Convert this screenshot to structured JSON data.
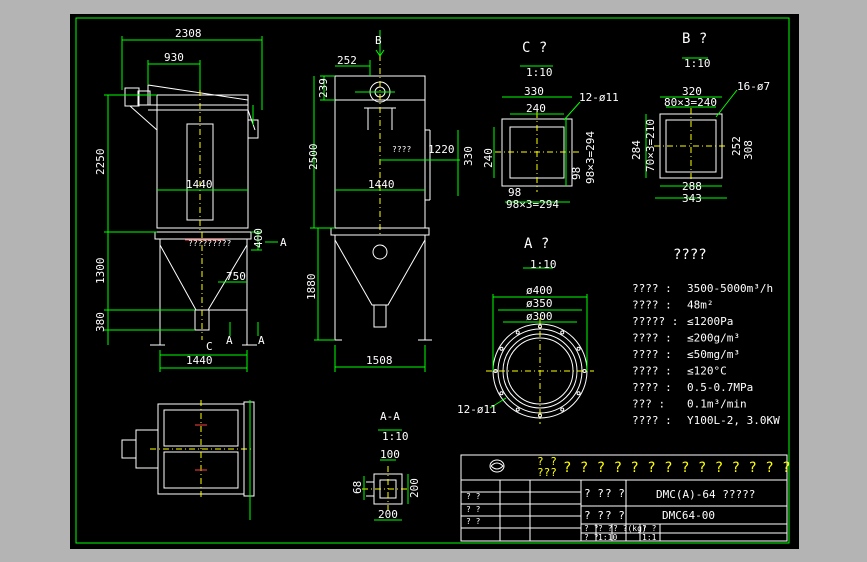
{
  "dims": {
    "w2308": "2308",
    "w930": "930",
    "h2250": "2250",
    "w1440a": "1440",
    "h1300": "1300",
    "h380": "380",
    "w1440b": "1440",
    "w750": "750",
    "h400": "400",
    "lblA1": "A",
    "lblA2": "A",
    "lblA3": "A",
    "lblC": "C",
    "q1": "?????????",
    "w252": "252",
    "lblB": "B",
    "h239": "239",
    "h2500": "2500",
    "q2": "????",
    "w1220": "1220",
    "h330": "330",
    "w1440c": "1440",
    "h1880": "1880",
    "w1508": "1508"
  },
  "viewC": {
    "title": "C ?",
    "scale": "1:10",
    "w330": "330",
    "w240": "240",
    "holes": "12-ø11",
    "h240": "240",
    "h98": "98",
    "v98x3": "98×3=294",
    "w98": "98",
    "b98x3": "98×3=294"
  },
  "viewB": {
    "title": "B ?",
    "scale": "1:10",
    "w320": "320",
    "holes": "16-ø7",
    "w80x3": "80×3=240",
    "h284": "284",
    "h70x3": "70×3=210",
    "h252": "252",
    "h308": "308",
    "w288": "288",
    "w343": "343"
  },
  "viewA": {
    "title": "A ?",
    "scale": "1:10",
    "d400": "ø400",
    "d350": "ø350",
    "d300": "ø300",
    "holes": "12-ø11"
  },
  "viewAA": {
    "title": "A-A",
    "scale": "1:10",
    "w100": "100",
    "h68": "68",
    "h200": "200",
    "w200": "200"
  },
  "specs": {
    "title": "????",
    "rows": [
      {
        "label": "???? :",
        "value": "3500-5000m³/h"
      },
      {
        "label": "???? :",
        "value": "48m²"
      },
      {
        "label": "????? :",
        "value": "≤1200Pa"
      },
      {
        "label": "???? :",
        "value": "≤200g/m³"
      },
      {
        "label": "???? :",
        "value": "≤50mg/m³"
      },
      {
        "label": "???? :",
        "value": "≤120°C"
      },
      {
        "label": "???? :",
        "value": "0.5-0.7MPa"
      },
      {
        "label": "??? :",
        "value": "0.1m³/min"
      },
      {
        "label": "???? :",
        "value": "Y100L-2, 3.0KW"
      }
    ]
  },
  "titleblock": {
    "head1": "? ?",
    "head2": "???",
    "company": "? ? ? ? ? ? ? ? ? ? ? ? ? ?",
    "r1a": "? ?",
    "r1b": "? ?",
    "name": "DMC(A)-64 ?????",
    "r2a": "? ?",
    "r2b": "? ?",
    "code": "DMC64-00",
    "r3a": "? ?",
    "r4a": "? ?",
    "r5a": "? ?",
    "f1": "? ?",
    "f2": "? ?",
    "f3": "? ?(kg)",
    "f4": "? ?",
    "f5": "1:10",
    "f6": "1:1",
    "f7": "? ?"
  }
}
